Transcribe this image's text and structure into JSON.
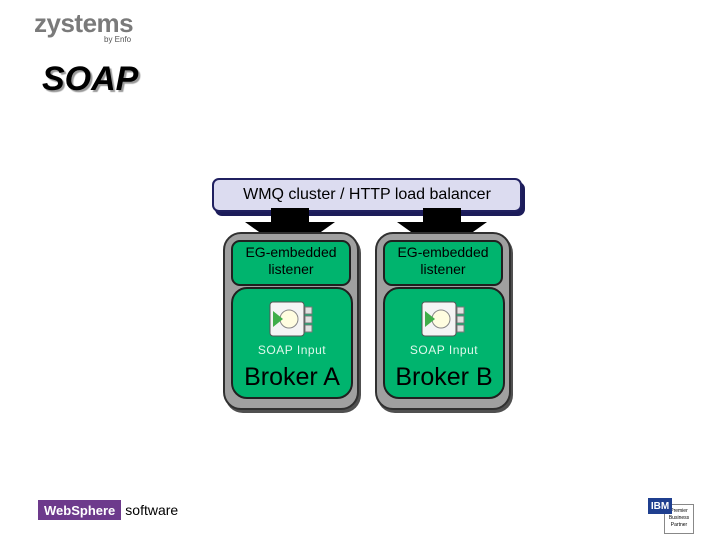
{
  "header": {
    "logo_text": "zystems",
    "logo_subtext": "by Enfo",
    "title": "SOAP"
  },
  "diagram": {
    "load_balancer_label": "WMQ cluster / HTTP load balancer",
    "brokers": [
      {
        "listener_label": "EG-embedded listener",
        "node_label": "SOAP Input",
        "broker_name": "Broker A"
      },
      {
        "listener_label": "EG-embedded listener",
        "node_label": "SOAP Input",
        "broker_name": "Broker B"
      }
    ]
  },
  "footer": {
    "websphere_brand": "WebSphere",
    "websphere_software": "software",
    "ibm_mark": "IBM",
    "ibm_partner": "Premier Business Partner"
  },
  "colors": {
    "green": "#00b46e",
    "gray_box": "#a0a0a0",
    "bar_fill": "#dcdcf0",
    "bar_border": "#202060",
    "websphere_purple": "#6d3a8c"
  }
}
